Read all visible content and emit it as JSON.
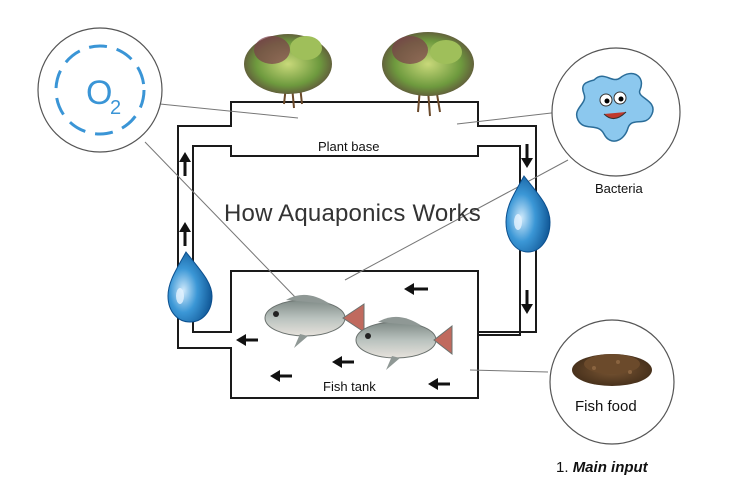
{
  "diagram": {
    "title": "How Aquaponics Works",
    "labels": {
      "plant_base": "Plant base",
      "fish_tank": "Fish tank",
      "bacteria": "Bacteria",
      "fish_food": "Fish food",
      "oxygen": "O",
      "oxygen_sub": "2"
    },
    "footnote": {
      "number": "1.",
      "text": "Main input"
    }
  },
  "colors": {
    "line": "#1a1a1a",
    "water_drop": "#2a86c8",
    "oxygen_ring": "#3a95d6",
    "bacteria_body": "#8cc8ee",
    "plant_green": "#5e8f3a",
    "fish_body": "#9aa7a3",
    "fish_food": "#6b4a2b"
  },
  "icons": [
    "oxygen-icon",
    "bacteria-icon",
    "fish-food-icon",
    "plant-icon",
    "fish-icon",
    "water-drop-icon",
    "arrow-icon"
  ]
}
